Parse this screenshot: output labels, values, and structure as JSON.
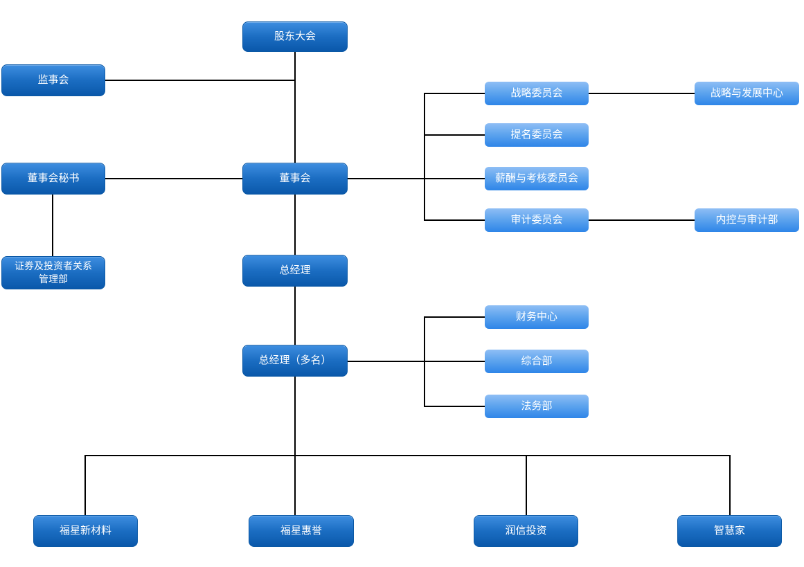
{
  "diagram": {
    "type": "org-chart",
    "colors": {
      "background": "#ffffff",
      "line": "#000000",
      "text": "#ffffff",
      "dark_box_top": "#3E8EE0",
      "dark_box_bottom": "#0A58AA",
      "light_box_top": "#8FBEF5",
      "light_box_bottom": "#2E85E8"
    },
    "nodes": {
      "shareholders_meeting": {
        "label": "股东大会"
      },
      "supervisory_board": {
        "label": "监事会"
      },
      "board_secretary": {
        "label": "董事会秘书"
      },
      "securities_ir_dept": {
        "label": "证券及投资者关系\n管理部"
      },
      "board_of_directors": {
        "label": "董事会"
      },
      "general_manager": {
        "label": "总经理"
      },
      "general_managers_multiple": {
        "label": "总经理（多名）"
      },
      "strategy_committee": {
        "label": "战略委员会"
      },
      "nomination_committee": {
        "label": "提名委员会"
      },
      "compensation_assessment_committee": {
        "label": "薪酬与考核委员会"
      },
      "audit_committee": {
        "label": "审计委员会"
      },
      "strategy_development_center": {
        "label": "战略与发展中心"
      },
      "internal_control_audit_dept": {
        "label": "内控与审计部"
      },
      "finance_center": {
        "label": "财务中心"
      },
      "general_affairs_dept": {
        "label": "综合部"
      },
      "legal_dept": {
        "label": "法务部"
      },
      "fuxing_new_materials": {
        "label": "福星新材料"
      },
      "fuxing_huiyu": {
        "label": "福星惠誉"
      },
      "runxin_investment": {
        "label": "润信投资"
      },
      "zhihuijia": {
        "label": "智慧家"
      }
    },
    "edges": [
      "股东大会-董事会",
      "监事会-主干线",
      "董事会秘书-董事会",
      "董事会秘书-证券及投资者关系管理部",
      "董事会-总经理",
      "总经理-总经理（多名）",
      "董事会-战略委员会",
      "董事会-提名委员会",
      "董事会-薪酬与考核委员会",
      "董事会-审计委员会",
      "战略委员会-战略与发展中心",
      "审计委员会-内控与审计部",
      "总经理（多名）-财务中心",
      "总经理（多名）-综合部",
      "总经理（多名）-法务部",
      "总经理（多名）-福星新材料",
      "总经理（多名）-福星惠誉",
      "总经理（多名）-润信投资",
      "总经理（多名）-智慧家"
    ]
  }
}
